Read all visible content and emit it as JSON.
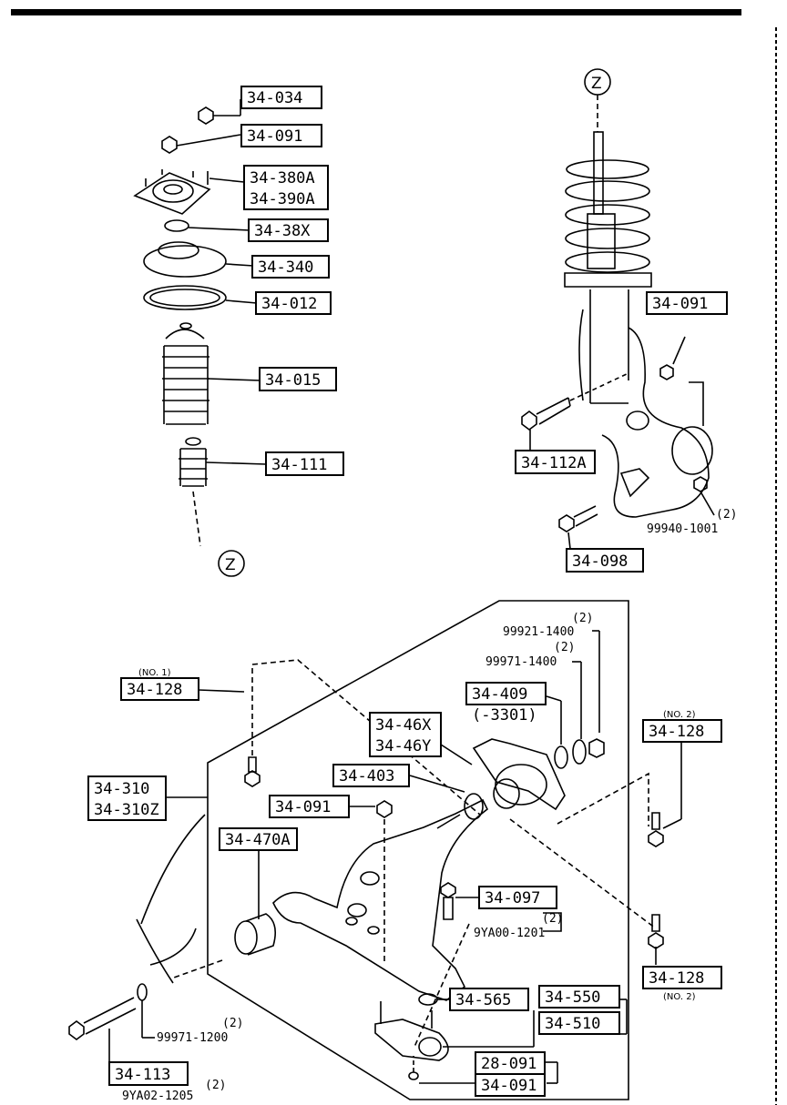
{
  "callouts": {
    "c01": "34-034",
    "c02": "34-091",
    "c03": "34-380A",
    "c04": "34-390A",
    "c05": "34-38X",
    "c06": "34-340",
    "c07": "34-012",
    "c08": "34-015",
    "c09": "34-111",
    "c10": "34-091",
    "c11": "34-112A",
    "c12": "34-098",
    "c13": "34-128",
    "c14": "34-409",
    "c15": "34-46X",
    "c16": "34-46Y",
    "c17": "34-128",
    "c18": "34-403",
    "c19": "34-310",
    "c20": "34-310Z",
    "c21": "34-091",
    "c22": "34-470A",
    "c23": "34-097",
    "c24": "34-128",
    "c25": "34-565",
    "c26": "34-550",
    "c27": "34-510",
    "c28": "28-091",
    "c29": "34-113",
    "c30": "34-091"
  },
  "notes": {
    "n_3301": "(-3301)",
    "qty2_a": "(2)",
    "p99940": "99940-1001",
    "qty2_b": "(2)",
    "p99921": "99921-1400",
    "qty2_c": "(2)",
    "p99971_1400": "99971-1400",
    "qty2_d": "(2)",
    "p9ya00": "9YA00-1201",
    "qty2_e": "(2)",
    "p99971_1200": "99971-1200",
    "qty2_f": "(2)",
    "p9ya02": "9YA02-1205",
    "no1": "(NO. 1)",
    "no2": "(NO. 2)",
    "z": "Z"
  }
}
